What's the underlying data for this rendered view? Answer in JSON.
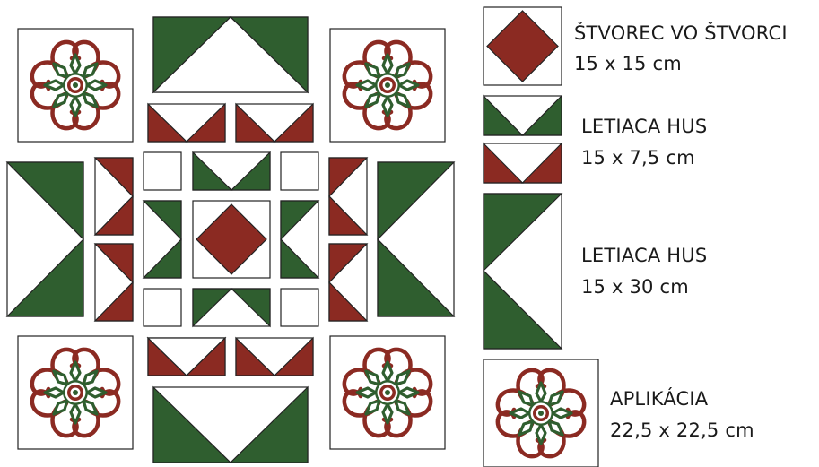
{
  "colors": {
    "green": "#2f5e2f",
    "red": "#8b2a22",
    "stroke": "#222222",
    "background": "#ffffff"
  },
  "legend": {
    "square_in_square": {
      "title": "ŠTVOREC VO ŠTVORCI",
      "size": "15 x 15 cm"
    },
    "flying_goose_small": {
      "title": "LETIACA HUS",
      "size": "15 x 7,5 cm"
    },
    "flying_goose_large": {
      "title": "LETIACA HUS",
      "size": "15 x 30 cm"
    },
    "applique": {
      "title": "APLIKÁCIA",
      "size": "22,5 x 22,5 cm"
    }
  },
  "icons": [
    "flower-applique-icon"
  ]
}
